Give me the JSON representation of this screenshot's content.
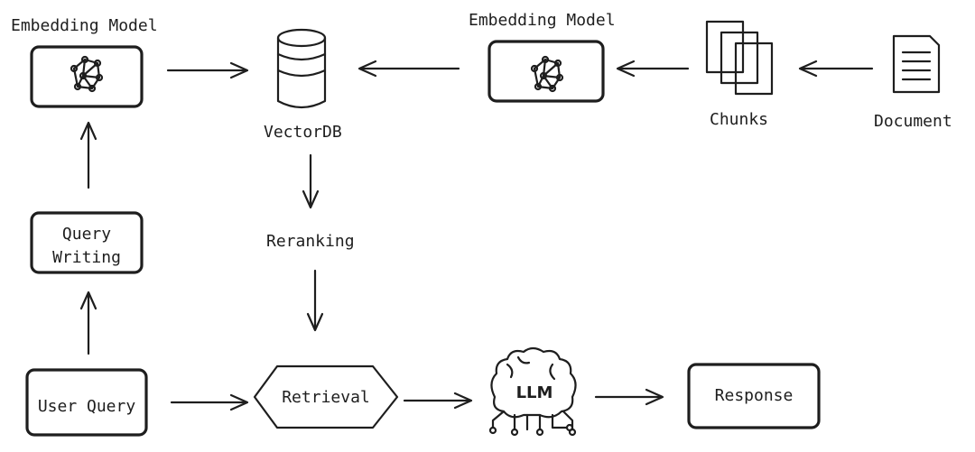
{
  "nodes": {
    "embedding_left": {
      "title": "Embedding Model"
    },
    "embedding_right": {
      "title": "Embedding Model"
    },
    "vectordb": {
      "label": "VectorDB"
    },
    "chunks": {
      "label": "Chunks"
    },
    "document": {
      "label": "Document"
    },
    "query_writing": {
      "line1": "Query",
      "line2": "Writing"
    },
    "reranking": {
      "label": "Reranking"
    },
    "user_query": {
      "label": "User Query"
    },
    "retrieval": {
      "label": "Retrieval"
    },
    "llm": {
      "label": "LLM"
    },
    "response": {
      "label": "Response"
    }
  },
  "colors": {
    "embedding_hatch": "#f08a8a",
    "embedding_bg": "#fff0f0",
    "query_writing_hatch": "#e8d774",
    "query_writing_bg": "#fffbe6",
    "user_query_hatch": "#7fd089",
    "user_query_bg": "#effaef",
    "response_hatch": "#7fd089",
    "response_bg": "#effaef",
    "retrieval_hatch": "#8fb8e3",
    "retrieval_bg": "#eef5fc",
    "ink": "#1e1e1e"
  },
  "icons": {
    "embedding": "neural-network-icon",
    "vectordb": "database-cylinder-icon",
    "chunks": "stacked-pages-icon",
    "document": "document-icon",
    "llm": "brain-chip-icon"
  }
}
